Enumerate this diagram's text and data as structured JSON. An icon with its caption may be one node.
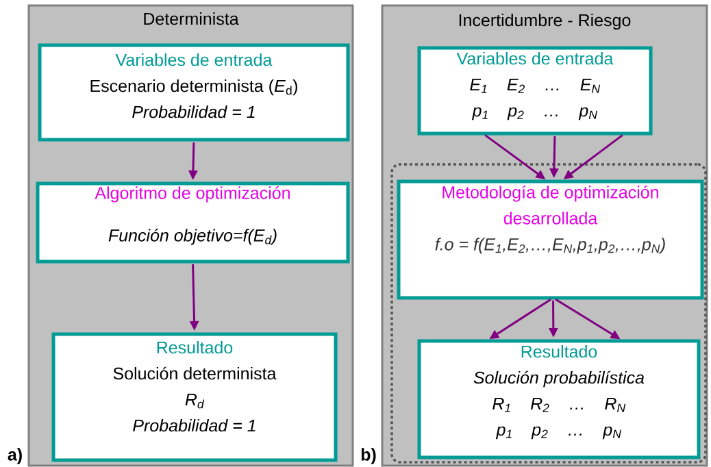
{
  "diagram": {
    "nodes": [
      {
        "text": [
          "Determinista"
        ]
      },
      {
        "text": [
          "Variables de entrada",
          "Escenario determinista (*E*$_{d}$)",
          "Probabilidad = 1"
        ],
        "in": 0
      },
      {
        "text": [
          "Algoritmo de optimización",
          "Función objetivo=f(E$_{d}$)"
        ],
        "in": 0
      },
      {
        "text": [
          "Resultado",
          "Solución determinista",
          "R$_{d}$",
          "Probabilidad = 1"
        ],
        "in": 0
      },
      {
        "text": [
          "Incertidumbre - Riesgo"
        ]
      },
      {
        "text": [
          "Variables de entrada",
          "E$_{1}$ E$_{2}$ … E$_{N}$",
          "p$_{1}$ p$_{2}$ … p$_{N}$"
        ],
        "in": 4
      },
      {
        "text": [],
        "shape": "box",
        "in": 4
      },
      {
        "text": [
          "Metodología de optimización desarrollada",
          "f.o = f(E$_{1}$,E$_{2}$,…,E$_{N}$,p$_{1}$,p$_{2}$,…,p$_{N}$)"
        ],
        "in": 6
      },
      {
        "text": [
          "Resultado",
          "Solución probabilística",
          "R$_{1}$ R$_{2}$ … R$_{N}$",
          "p$_{1}$ p$_{2}$ … p$_{N}$"
        ],
        "in": 6
      }
    ],
    "edges": [
      {
        "from": 1,
        "to": 2,
        "arrow": "to"
      },
      {
        "from": 2,
        "to": 3,
        "arrow": "to"
      },
      {
        "from": 5,
        "to": 7,
        "arrow": "to"
      },
      {
        "from": 5,
        "to": 7,
        "arrow": "to"
      },
      {
        "from": 5,
        "to": 7,
        "arrow": "to"
      },
      {
        "from": 7,
        "to": 8,
        "arrow": "to"
      },
      {
        "from": 7,
        "to": 8,
        "arrow": "to"
      },
      {
        "from": 7,
        "to": 8,
        "arrow": "to"
      }
    ],
    "labels": [
      "a)",
      "b)"
    ]
  }
}
